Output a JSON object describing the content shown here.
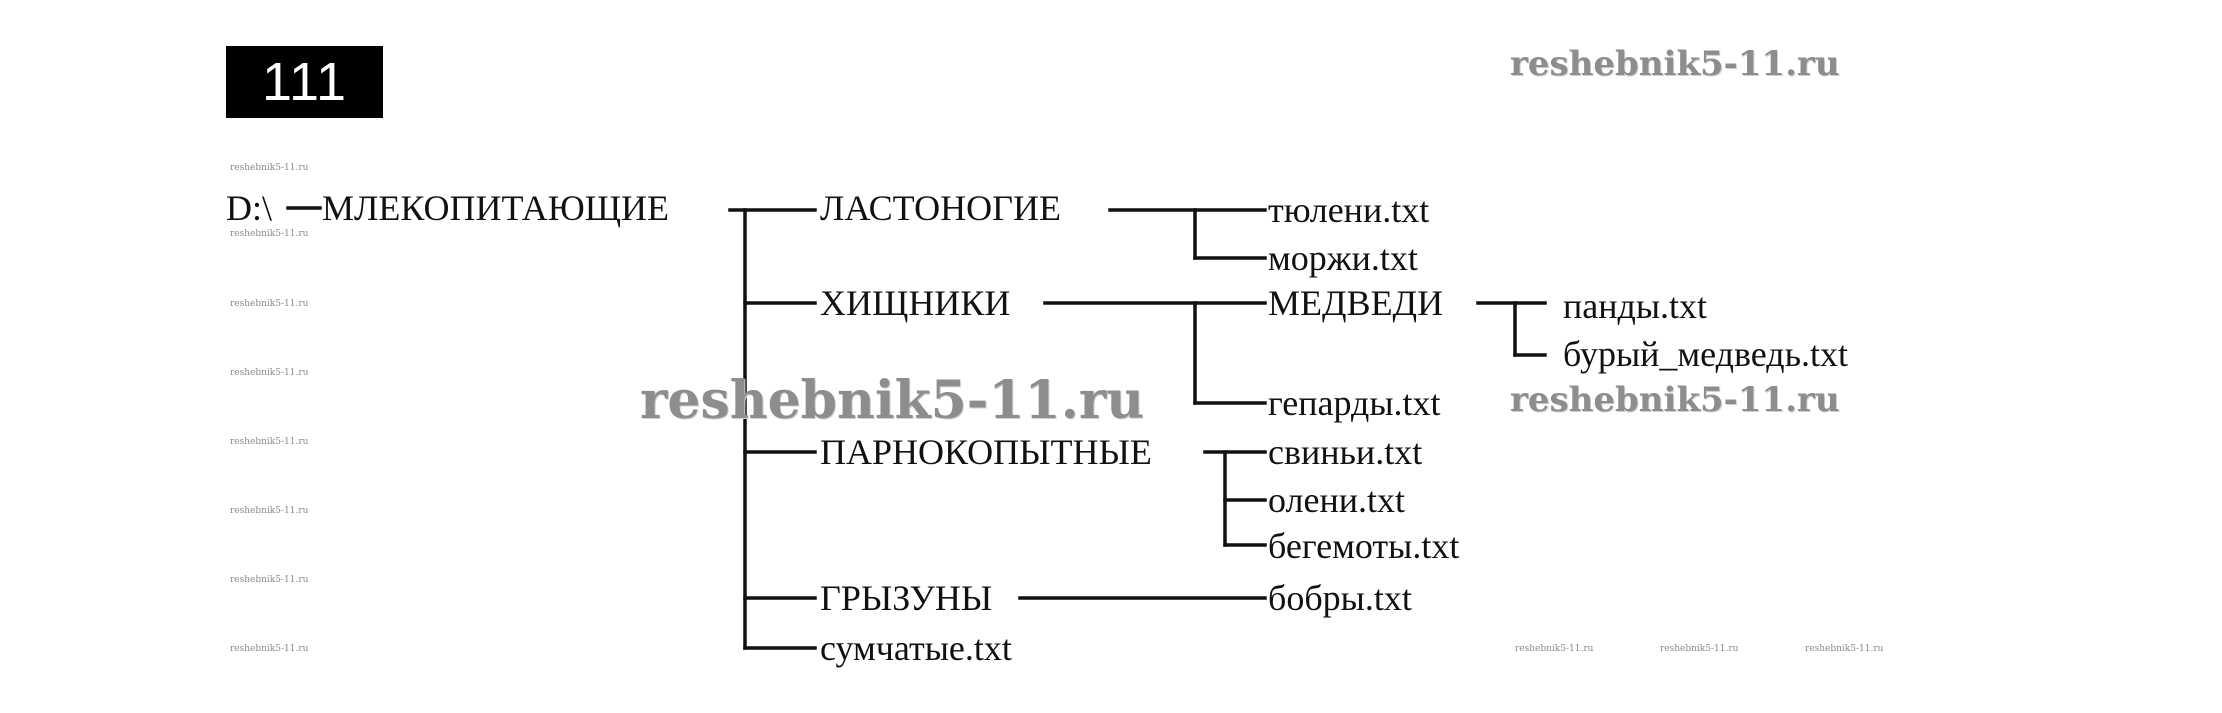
{
  "problem_number": "111",
  "watermarks": {
    "large": "reshebnik5-11.ru",
    "small": "reshebnik5-11.ru"
  },
  "tree": {
    "root": "D:\\",
    "level1": "МЛЕКОПИТАЮЩИЕ",
    "pinnipeds": "ЛАСТОНОГИЕ",
    "seals": "тюлени.txt",
    "walruses": "моржи.txt",
    "predators": "ХИЩНИКИ",
    "bears": "МЕДВЕДИ",
    "pandas": "панды.txt",
    "brown_bear": "бурый_медведь.txt",
    "cheetahs": "гепарды.txt",
    "artiodactyls": "ПАРНОКОПЫТНЫЕ",
    "pigs": "свиньи.txt",
    "deer": "олени.txt",
    "hippos": "бегемоты.txt",
    "rodents": "ГРЫЗУНЫ",
    "beavers": "бобры.txt",
    "marsupials": "сумчатые.txt"
  }
}
